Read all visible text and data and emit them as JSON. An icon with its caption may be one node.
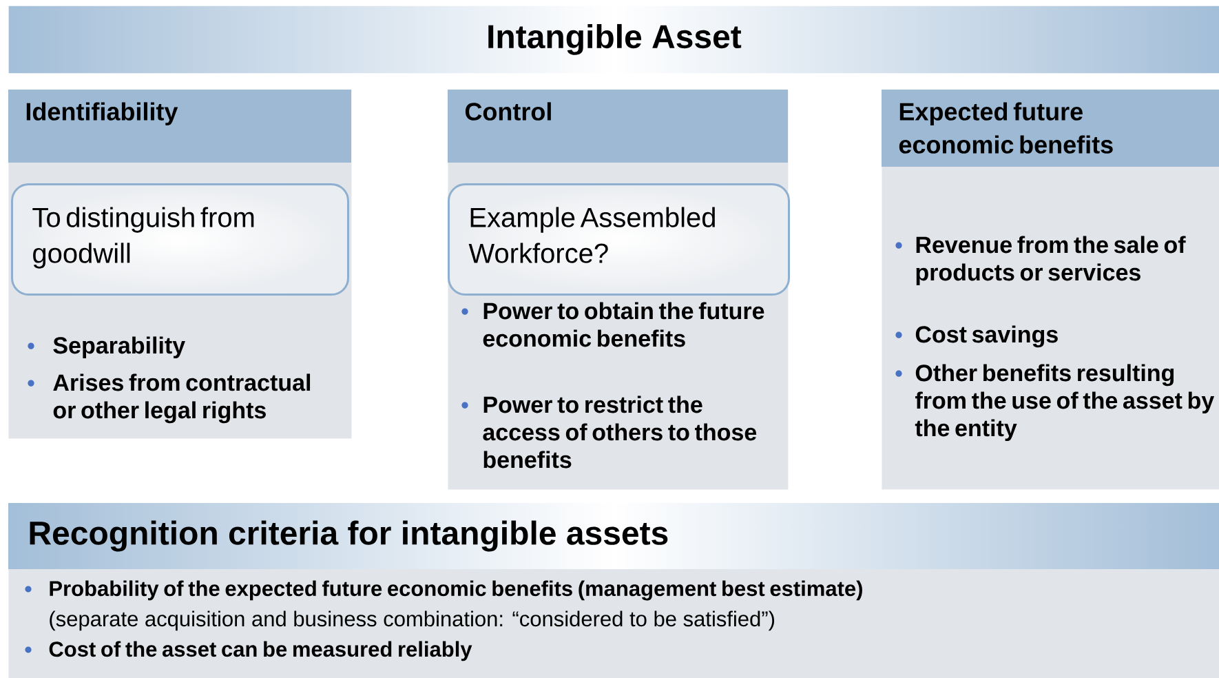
{
  "diagram": {
    "nodes": [
      {
        "text": [
          "Intangible Asset"
        ]
      },
      {
        "text": [
          "Identifiability",
          "Separability",
          "Arises from contractual or other legal rights"
        ]
      },
      {
        "text": [
          "To distinguish from goodwill"
        ],
        "in": 1
      },
      {
        "text": [
          "Control",
          "Power to obtain the future economic benefits",
          "Power to restrict the access of others to those benefits"
        ]
      },
      {
        "text": [
          "Example Assembled Workforce?"
        ],
        "in": 3
      },
      {
        "text": [
          "Expected future economic benefits",
          "Revenue from the sale of products or services",
          "Cost savings",
          "Other benefits resulting from the use of the asset by the entity"
        ]
      },
      {
        "text": [
          "Recognition criteria for intangible assets",
          "Probability of the expected future economic benefits (management best estimate)",
          "(separate acquisition and business combination: “considered to be satisfied”)",
          "Cost of the asset can be measured reliably"
        ]
      }
    ]
  }
}
